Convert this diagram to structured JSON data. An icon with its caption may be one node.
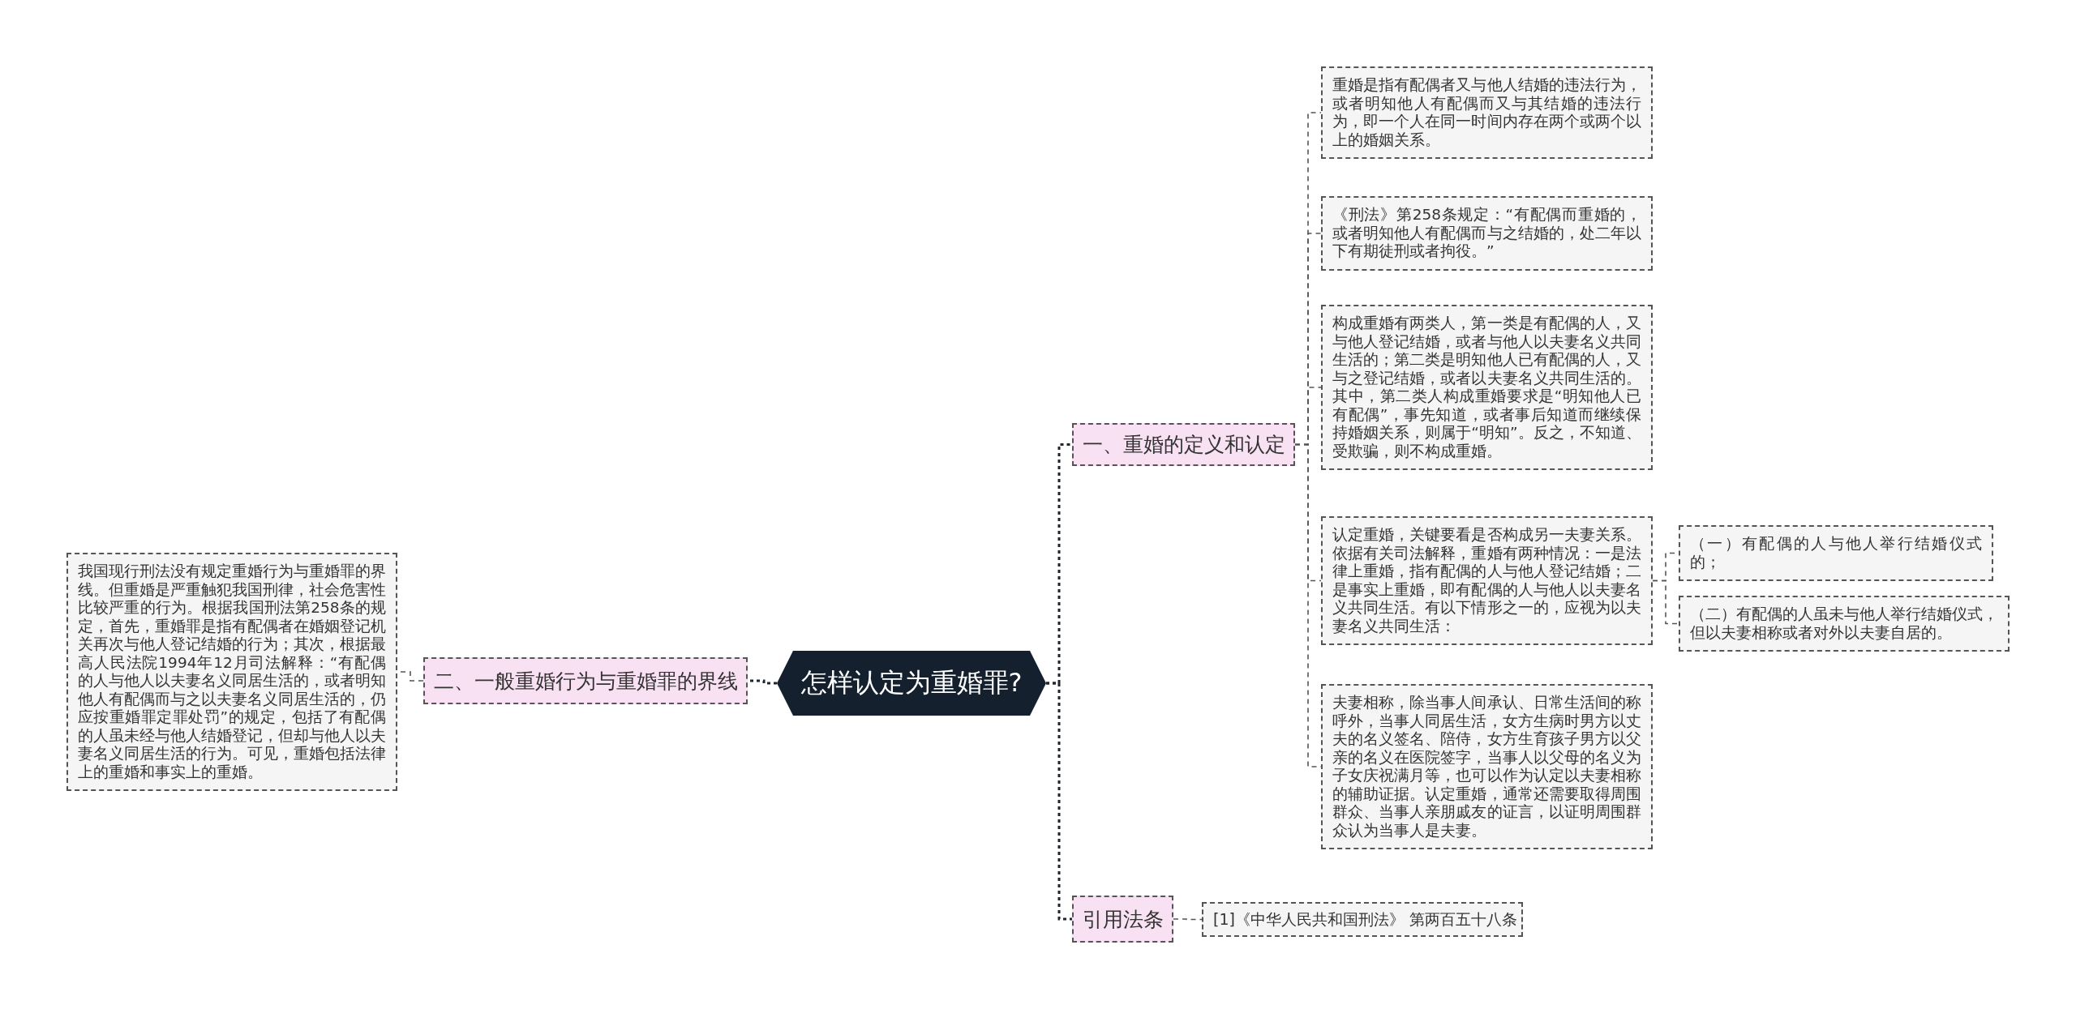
{
  "diagram": {
    "nodes": [
      {
        "text": [
          "怎样认定为重婚罪?"
        ]
      },
      {
        "text": [
          "一、重婚的定义和认定"
        ]
      },
      {
        "text": [
          "重婚是指有配偶者又与他人结婚的违法行为，或者明知他人有配偶而又与其结婚的违法行为，即一个人在同一时间内存在两个或两个以上的婚姻关系。"
        ]
      },
      {
        "text": [
          "《刑法》第258条规定：“有配偶而重婚的，或者明知他人有配偶而与之结婚的，处二年以下有期徒刑或者拘役。”"
        ]
      },
      {
        "text": [
          "构成重婚有两类人，第一类是有配偶的人，又与他人登记结婚，或者与他人以夫妻名义共同生活的；第二类是明知他人已有配偶的人，又与之登记结婚，或者以夫妻名义共同生活的。其中，第二类人构成重婚要求是“明知他人已有配偶”，事先知道，或者事后知道而继续保持婚姻关系，则属于“明知”。反之，不知道、受欺骗，则不构成重婚。"
        ]
      },
      {
        "text": [
          "认定重婚，关键要看是否构成另一夫妻关系。依据有关司法解释，重婚有两种情况：一是法律上重婚，指有配偶的人与他人登记结婚；二是事实上重婚，即有配偶的人与他人以夫妻名义共同生活。有以下情形之一的，应视为以夫妻名义共同生活："
        ]
      },
      {
        "text": [
          "（一）有配偶的人与他人举行结婚仪式的；"
        ]
      },
      {
        "text": [
          "（二）有配偶的人虽未与他人举行结婚仪式，但以夫妻相称或者对外以夫妻自居的。"
        ]
      },
      {
        "text": [
          "夫妻相称，除当事人间承认、日常生活间的称呼外，当事人同居生活，女方生病时男方以丈夫的名义签名、陪侍，女方生育孩子男方以父亲的名义在医院签字，当事人以父母的名义为子女庆祝满月等，也可以作为认定以夫妻相称的辅助证据。认定重婚，通常还需要取得周围群众、当事人亲朋戚友的证言，以证明周围群众认为当事人是夫妻。"
        ]
      },
      {
        "text": [
          "二、一般重婚行为与重婚罪的界线"
        ]
      },
      {
        "text": [
          "我国现行刑法没有规定重婚行为与重婚罪的界线。但重婚是严重触犯我国刑律，社会危害性比较严重的行为。根据我国刑法第258条的规定，首先，重婚罪是指有配偶者在婚姻登记机关再次与他人登记结婚的行为；其次，根据最高人民法院1994年12月司法解释：“有配偶的人与他人以夫妻名义同居生活的，或者明知他人有配偶而与之以夫妻名义同居生活的，仍应按重婚罪定罪处罚”的规定，包括了有配偶的人虽未经与他人结婚登记，但却与他人以夫妻名义同居生活的行为。可见，重婚包括法律上的重婚和事实上的重婚。"
        ]
      },
      {
        "text": [
          "引用法条"
        ]
      },
      {
        "text": [
          "[1]《中华人民共和国刑法》 第两百五十八条"
        ]
      }
    ],
    "edges": [
      {
        "from": 0,
        "to": 1,
        "arrow": "none",
        "style": "dashed"
      },
      {
        "from": 1,
        "to": 2,
        "arrow": "none",
        "style": "dashed"
      },
      {
        "from": 1,
        "to": 3,
        "arrow": "none",
        "style": "dashed"
      },
      {
        "from": 1,
        "to": 4,
        "arrow": "none",
        "style": "dashed"
      },
      {
        "from": 1,
        "to": 5,
        "arrow": "none",
        "style": "dashed"
      },
      {
        "from": 5,
        "to": 6,
        "arrow": "none",
        "style": "dashed"
      },
      {
        "from": 5,
        "to": 7,
        "arrow": "none",
        "style": "dashed"
      },
      {
        "from": 1,
        "to": 8,
        "arrow": "none",
        "style": "dashed"
      },
      {
        "from": 0,
        "to": 9,
        "arrow": "none",
        "style": "dashed"
      },
      {
        "from": 9,
        "to": 10,
        "arrow": "none",
        "style": "dashed"
      },
      {
        "from": 0,
        "to": 11,
        "arrow": "none",
        "style": "dashed"
      },
      {
        "from": 11,
        "to": 12,
        "arrow": "none",
        "style": "dashed"
      }
    ]
  }
}
